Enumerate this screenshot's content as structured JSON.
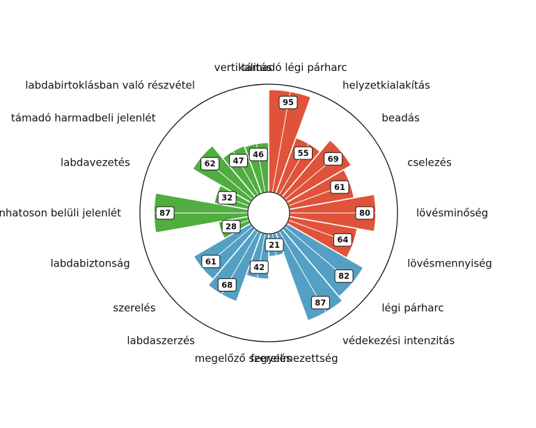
{
  "chart_data": {
    "type": "radial-bar",
    "title": "",
    "value_range": [
      0,
      100
    ],
    "grid": false,
    "group_colors": {
      "attack": "#e0533a",
      "defence": "#53a0c4",
      "possession": "#50ad3f"
    },
    "categories": [
      "támadó légi párharc",
      "helyzetkialakítás",
      "beadás",
      "cselezés",
      "lövésminőség",
      "lövésmennyiség",
      "légi párharc",
      "védekezési intenzitás",
      "fegyelmezettség",
      "megelőző szerelés",
      "labdaszerzés",
      "szerelés",
      "labdabiztonság",
      "tizenhatoson belüli jelenlét",
      "labdavezetés",
      "támadó harmadbeli jelenlét",
      "labdabirtoklásban való részvétel",
      "vertikalitás"
    ],
    "values": [
      95,
      55,
      69,
      61,
      80,
      64,
      82,
      87,
      21,
      42,
      68,
      61,
      28,
      87,
      32,
      62,
      47,
      46
    ],
    "groups": [
      "attack",
      "attack",
      "attack",
      "attack",
      "attack",
      "attack",
      "defence",
      "defence",
      "defence",
      "defence",
      "defence",
      "defence",
      "possession",
      "possession",
      "possession",
      "possession",
      "possession",
      "possession"
    ]
  }
}
